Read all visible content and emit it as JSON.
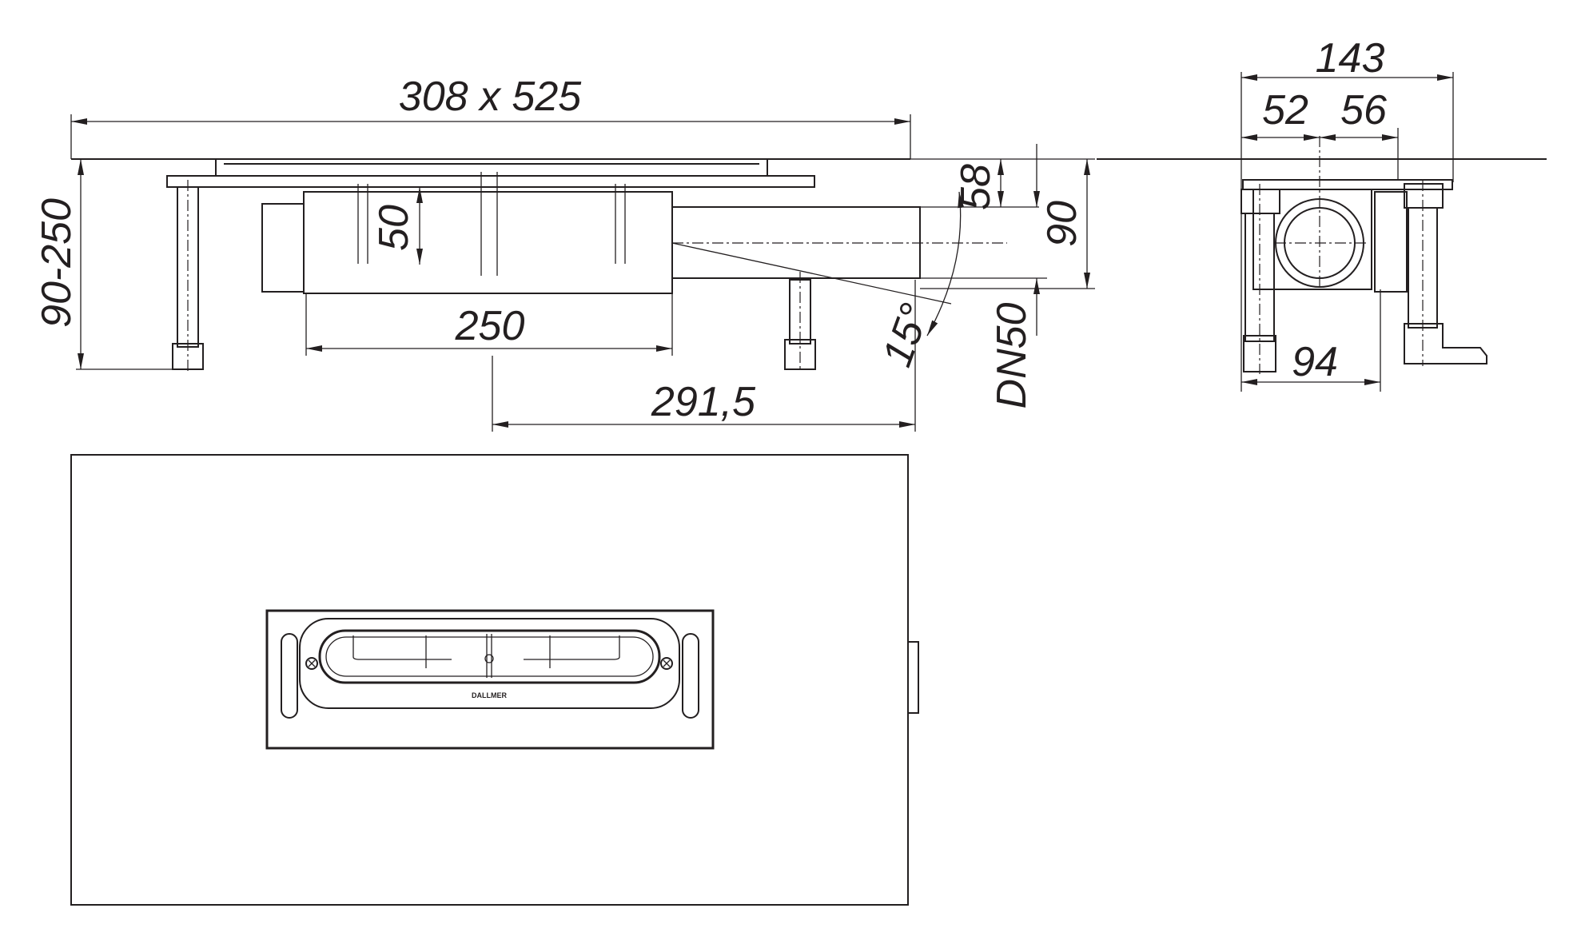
{
  "drawing": {
    "type": "technical-drawing",
    "line_color": "#231f20",
    "background": "#ffffff",
    "side_view": {
      "overall_size": "308 x 525",
      "height_range": "90-250",
      "inner_depth": "50",
      "body_length": "250",
      "outlet_distance": "291,5",
      "outlet_height": "58",
      "total_height": "90",
      "pipe_size": "DN50",
      "slope_angle": "15°"
    },
    "end_view": {
      "width": "143",
      "left_offset": "52",
      "right_offset": "56",
      "base_width": "94"
    },
    "plan_view": {
      "brand_logo": "DALLMER"
    }
  }
}
